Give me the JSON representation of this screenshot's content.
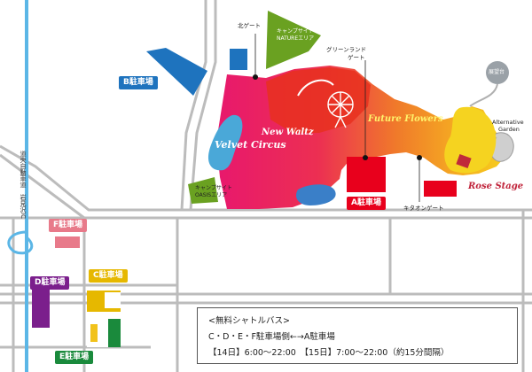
{
  "labels": {
    "north_gate": "北ゲート",
    "camp_nature": [
      "キャンプサイト",
      "NATUREエリア"
    ],
    "greenland_gate": [
      "グリーンランド",
      "ゲート"
    ],
    "observatory": "展望台",
    "alt_garden": [
      "Alternative",
      "Garden"
    ],
    "kitaton_gate": "キタオンゲート",
    "camp_oasis": [
      "キャンプサイト",
      "OASISエリア"
    ],
    "highway": "道央自動車道　岩見沢IC",
    "velvet_circus": "Velvet Circus",
    "new_waltz": "New Waltz",
    "future_flowers": "Future Flowers",
    "rose_stage": "Rose Stage"
  },
  "parking": {
    "a": {
      "label": "A駐車場",
      "color": "#e8001c"
    },
    "b": {
      "label": "B駐車場",
      "color": "#1e73be"
    },
    "c": {
      "label": "C駐車場",
      "color": "#e6b800"
    },
    "d": {
      "label": "D駐車場",
      "color": "#7b1f8c"
    },
    "e": {
      "label": "E駐車場",
      "color": "#1a8a3c"
    },
    "f": {
      "label": "F駐車場",
      "color": "#e87a8a"
    }
  },
  "shuttle": {
    "title": "<無料シャトルバス>",
    "route": "C・D・E・F駐車場側←→A駐車場",
    "schedule": "【14日】6:00〜22:00　【15日】7:00〜22:00（約15分間隔）"
  },
  "colors": {
    "road": "#bdbdbd",
    "river": "#5bb6e6",
    "lake": "#4aa8d8",
    "camp": "#6aa121"
  }
}
